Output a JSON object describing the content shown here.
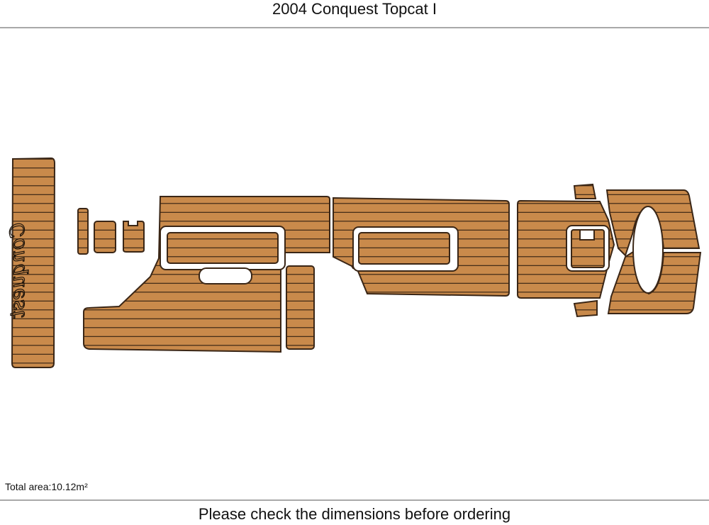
{
  "header": {
    "title": "2004 Conquest Topcat I"
  },
  "plan": {
    "logo_text": "Conquest",
    "colors": {
      "pad_fill": "#c98a4b",
      "pad_outline": "#3a2616",
      "groove": "#2e1e10",
      "cutout": "#ffffff"
    }
  },
  "summary": {
    "total_area": "Total area:10.12m²"
  },
  "footer": {
    "notice": "Please check the dimensions before ordering"
  }
}
